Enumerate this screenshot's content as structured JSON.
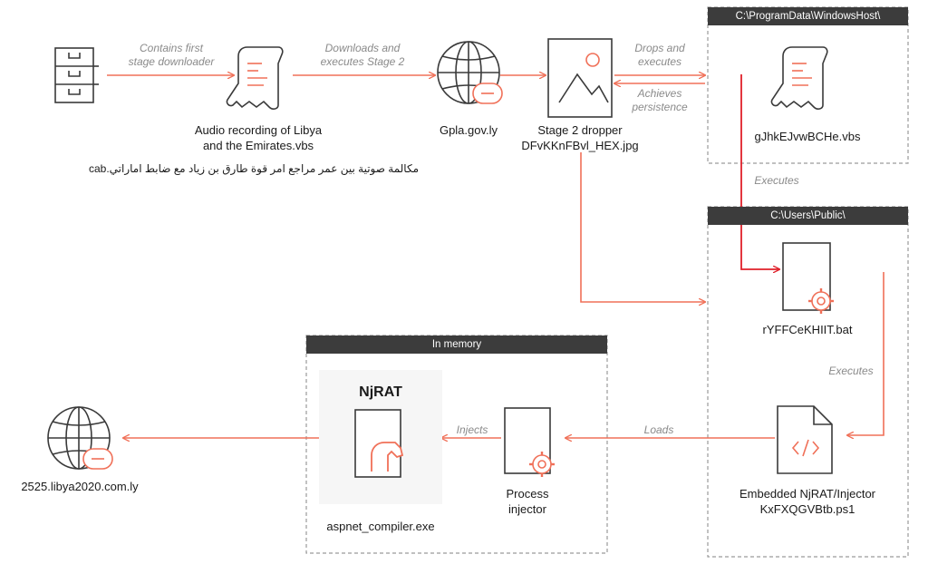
{
  "nodes": {
    "audio_file": {
      "lines": [
        "Audio recording of Libya",
        "and the Emirates.vbs"
      ]
    },
    "arabic_cab": "مكالمة صوتية بين عمر مراجع امر قوة طارق بن زياد مع ضابط اماراتي.cab",
    "gpla": "Gpla.gov.ly",
    "dropper": {
      "lines": [
        "Stage 2 dropper",
        "DFvKKnFBvl_HEX.jpg"
      ]
    },
    "vbs2": "gJhkEJvwBCHe.vbs",
    "bat": "rYFFCeKHIIT.bat",
    "ps1": {
      "lines": [
        "Embedded NjRAT/Injector",
        "KxFXQGVBtb.ps1"
      ]
    },
    "injector": {
      "lines": [
        "Process",
        "injector"
      ]
    },
    "njrat": "NjRAT",
    "aspnet": "aspnet_compiler.exe",
    "c2": "2525.libya2020.com.ly"
  },
  "boxes": {
    "programdata": "C:\\ProgramData\\WindowsHost\\",
    "public": "C:\\Users\\Public\\",
    "memory": "In memory"
  },
  "edges": {
    "contains": [
      "Contains first",
      "stage downloader"
    ],
    "downloads": [
      "Downloads and",
      "executes Stage 2"
    ],
    "drops": [
      "Drops and",
      "executes"
    ],
    "persistence": [
      "Achieves",
      "persistence"
    ],
    "executes1": "Executes",
    "executes2": "Executes",
    "loads": "Loads",
    "injects": "Injects"
  },
  "colors": {
    "accent": "#f07058",
    "red": "#e0202a",
    "icon": "#3a3a3a",
    "box_title": "#3c3c3c",
    "dash": "#9a9a9a"
  },
  "icons": [
    "file-cabinet-icon",
    "scroll-script-icon",
    "globe-icon",
    "image-file-icon",
    "document-gear-icon",
    "code-file-icon",
    "horse-file-icon"
  ]
}
